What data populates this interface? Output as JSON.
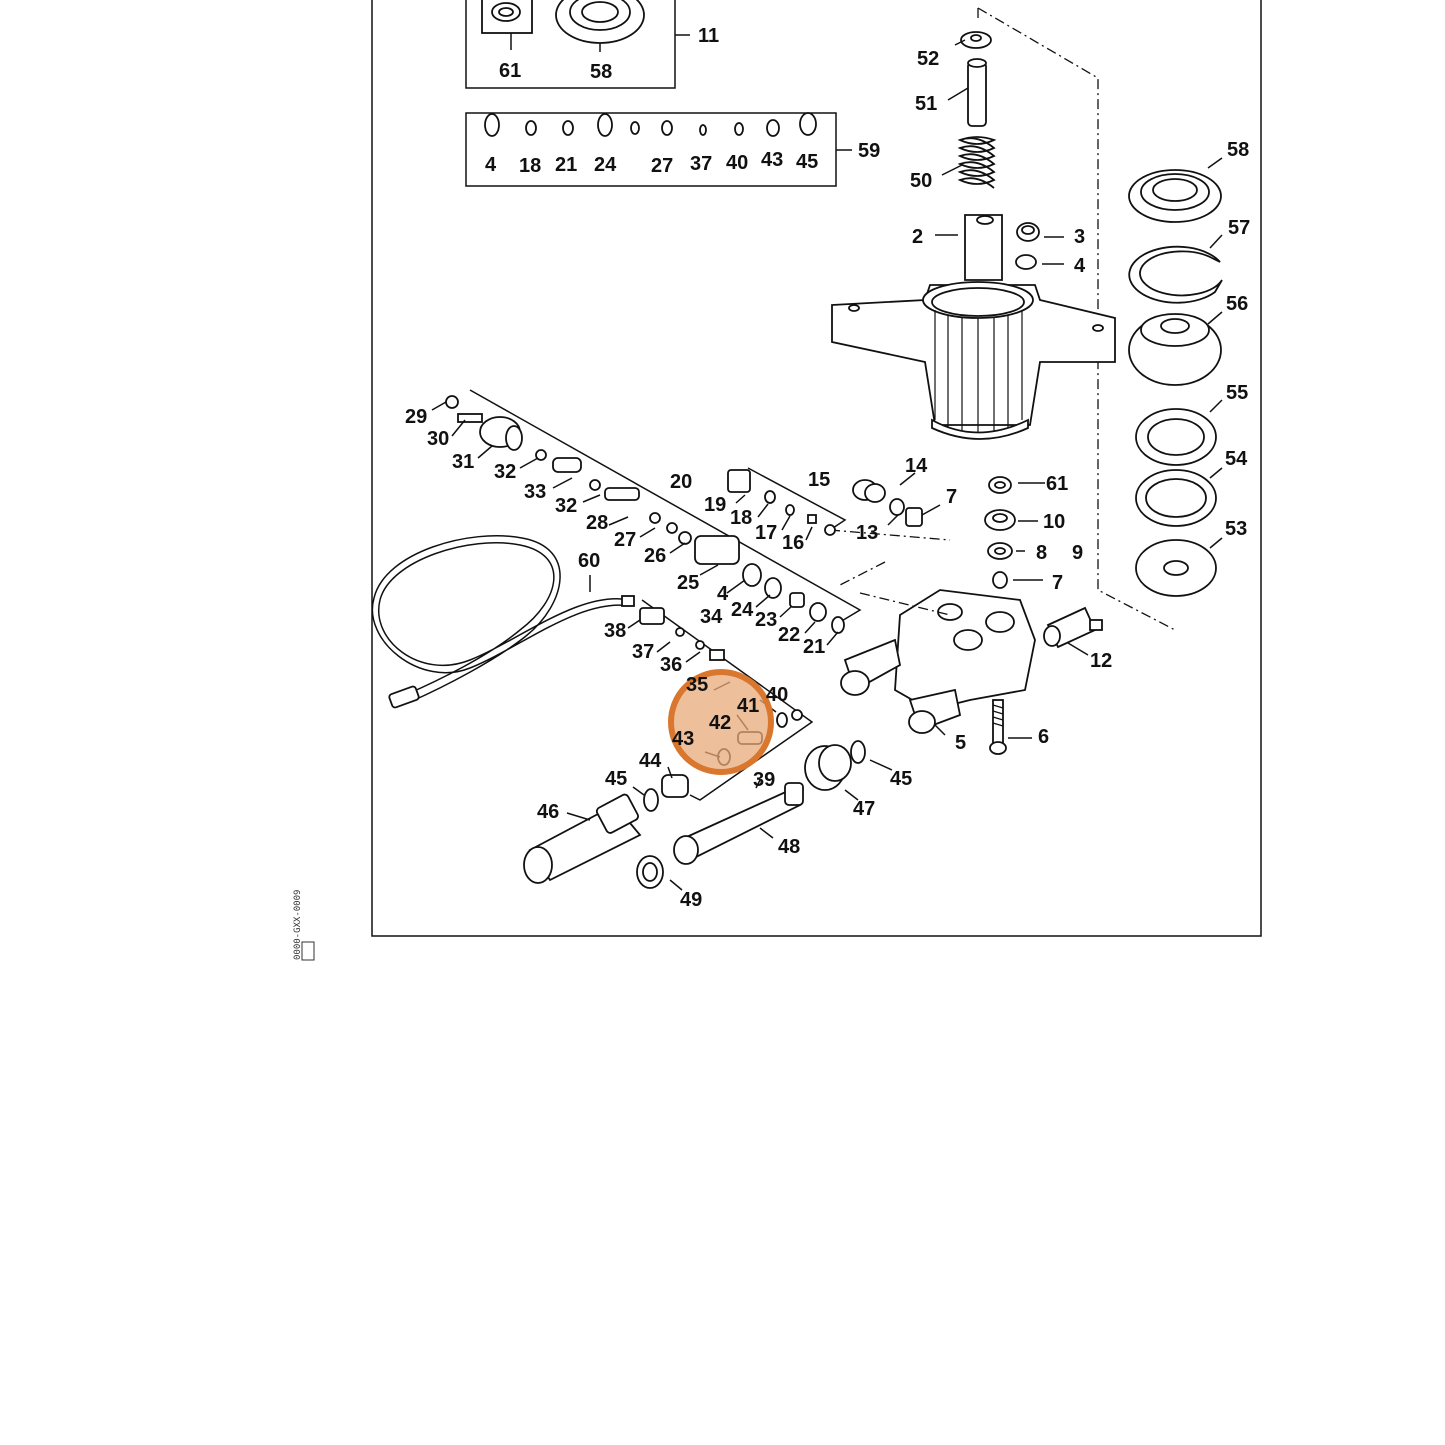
{
  "diagram": {
    "side_code": "0000-GXX-0009",
    "callouts": [
      {
        "id": "c61a",
        "text": "61"
      },
      {
        "id": "c58a",
        "text": "58"
      },
      {
        "id": "c11",
        "text": "11"
      },
      {
        "id": "k4",
        "text": "4"
      },
      {
        "id": "k18",
        "text": "18"
      },
      {
        "id": "k21",
        "text": "21"
      },
      {
        "id": "k24",
        "text": "24"
      },
      {
        "id": "k27",
        "text": "27"
      },
      {
        "id": "k37",
        "text": "37"
      },
      {
        "id": "k40",
        "text": "40"
      },
      {
        "id": "k43",
        "text": "43"
      },
      {
        "id": "k45",
        "text": "45"
      },
      {
        "id": "c59",
        "text": "59"
      },
      {
        "id": "c52",
        "text": "52"
      },
      {
        "id": "c51",
        "text": "51"
      },
      {
        "id": "c50",
        "text": "50"
      },
      {
        "id": "c2",
        "text": "2"
      },
      {
        "id": "c3",
        "text": "3"
      },
      {
        "id": "c4a",
        "text": "4"
      },
      {
        "id": "c58b",
        "text": "58"
      },
      {
        "id": "c57",
        "text": "57"
      },
      {
        "id": "c56",
        "text": "56"
      },
      {
        "id": "c55",
        "text": "55"
      },
      {
        "id": "c54",
        "text": "54"
      },
      {
        "id": "c53",
        "text": "53"
      },
      {
        "id": "c29",
        "text": "29"
      },
      {
        "id": "c30",
        "text": "30"
      },
      {
        "id": "c31",
        "text": "31"
      },
      {
        "id": "c32a",
        "text": "32"
      },
      {
        "id": "c33",
        "text": "33"
      },
      {
        "id": "c32b",
        "text": "32"
      },
      {
        "id": "c20",
        "text": "20"
      },
      {
        "id": "c28",
        "text": "28"
      },
      {
        "id": "c27",
        "text": "27"
      },
      {
        "id": "c26",
        "text": "26"
      },
      {
        "id": "c25",
        "text": "25"
      },
      {
        "id": "c4b",
        "text": "4"
      },
      {
        "id": "c34",
        "text": "34"
      },
      {
        "id": "c24",
        "text": "24"
      },
      {
        "id": "c23",
        "text": "23"
      },
      {
        "id": "c22",
        "text": "22"
      },
      {
        "id": "c21",
        "text": "21"
      },
      {
        "id": "c19",
        "text": "19"
      },
      {
        "id": "c18",
        "text": "18"
      },
      {
        "id": "c17",
        "text": "17"
      },
      {
        "id": "c16",
        "text": "16"
      },
      {
        "id": "c15",
        "text": "15"
      },
      {
        "id": "c14",
        "text": "14"
      },
      {
        "id": "c13",
        "text": "13"
      },
      {
        "id": "c7a",
        "text": "7"
      },
      {
        "id": "c61b",
        "text": "61"
      },
      {
        "id": "c10",
        "text": "10"
      },
      {
        "id": "c8",
        "text": "8"
      },
      {
        "id": "c9",
        "text": "9"
      },
      {
        "id": "c7b",
        "text": "7"
      },
      {
        "id": "c12",
        "text": "12"
      },
      {
        "id": "c60",
        "text": "60"
      },
      {
        "id": "c38",
        "text": "38"
      },
      {
        "id": "c37",
        "text": "37"
      },
      {
        "id": "c36",
        "text": "36"
      },
      {
        "id": "c35",
        "text": "35"
      },
      {
        "id": "c40",
        "text": "40"
      },
      {
        "id": "c41",
        "text": "41"
      },
      {
        "id": "c42",
        "text": "42"
      },
      {
        "id": "c43",
        "text": "43"
      },
      {
        "id": "c44",
        "text": "44"
      },
      {
        "id": "c45a",
        "text": "45"
      },
      {
        "id": "c39",
        "text": "39"
      },
      {
        "id": "c45b",
        "text": "45"
      },
      {
        "id": "c47",
        "text": "47"
      },
      {
        "id": "c46",
        "text": "46"
      },
      {
        "id": "c48",
        "text": "48"
      },
      {
        "id": "c49",
        "text": "49"
      },
      {
        "id": "c5",
        "text": "5"
      },
      {
        "id": "c6",
        "text": "6"
      }
    ],
    "highlight_color": "#d9895a"
  }
}
